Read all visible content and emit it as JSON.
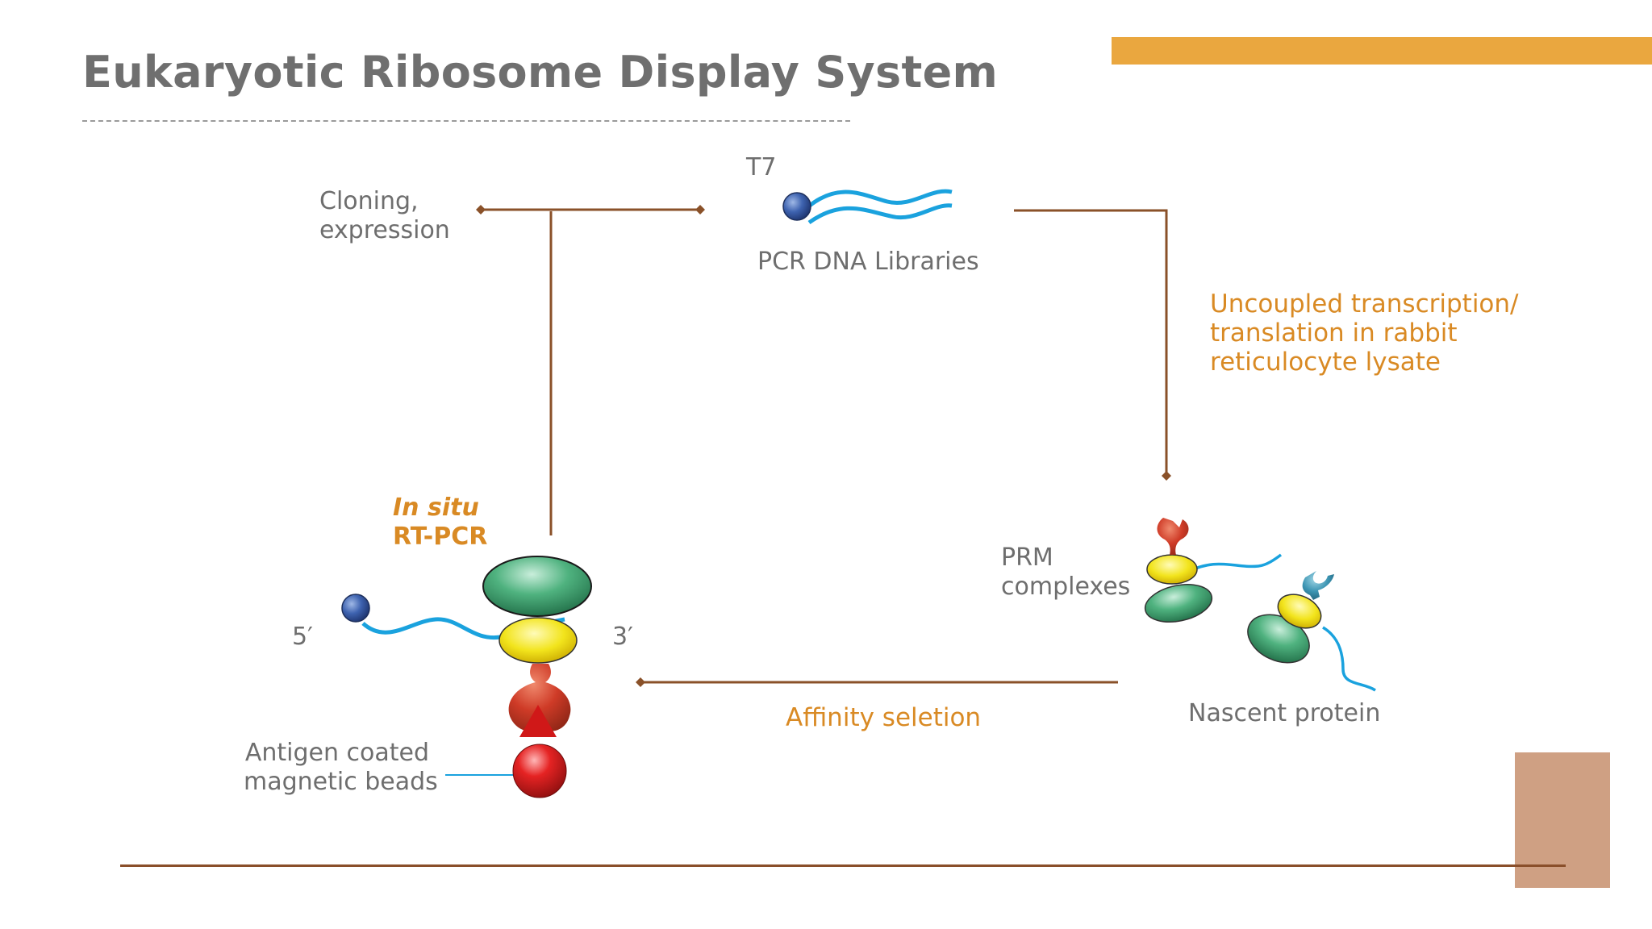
{
  "slide": {
    "title": "Eukaryotic Ribosome Display System",
    "accent_bar_color": "#eaa73f",
    "accent_box_color": "#cfa083",
    "line_color": "#8a5129",
    "footer_line_color": "#8a4f2a"
  },
  "labels": {
    "cloning": [
      "Cloning,",
      "expression"
    ],
    "t7": "T7",
    "pcr_libraries": "PCR DNA Libraries",
    "uncoupled": [
      "Uncoupled transcription/",
      "translation in rabbit",
      "reticulocyte lysate"
    ],
    "prm": [
      "PRM",
      "complexes"
    ],
    "nascent": "Nascent protein",
    "affinity": "Affinity seletion",
    "in_situ": "In situ",
    "rt_pcr": "RT-PCR",
    "five_prime": "5′",
    "three_prime": "3′",
    "antigen": [
      "Antigen coated",
      "magnetic beads"
    ]
  },
  "icons": {
    "dna": "dna-strand-icon",
    "ribosome": "ribosome-icon",
    "bead": "magnetic-bead-icon",
    "antibody": "antibody-icon"
  }
}
